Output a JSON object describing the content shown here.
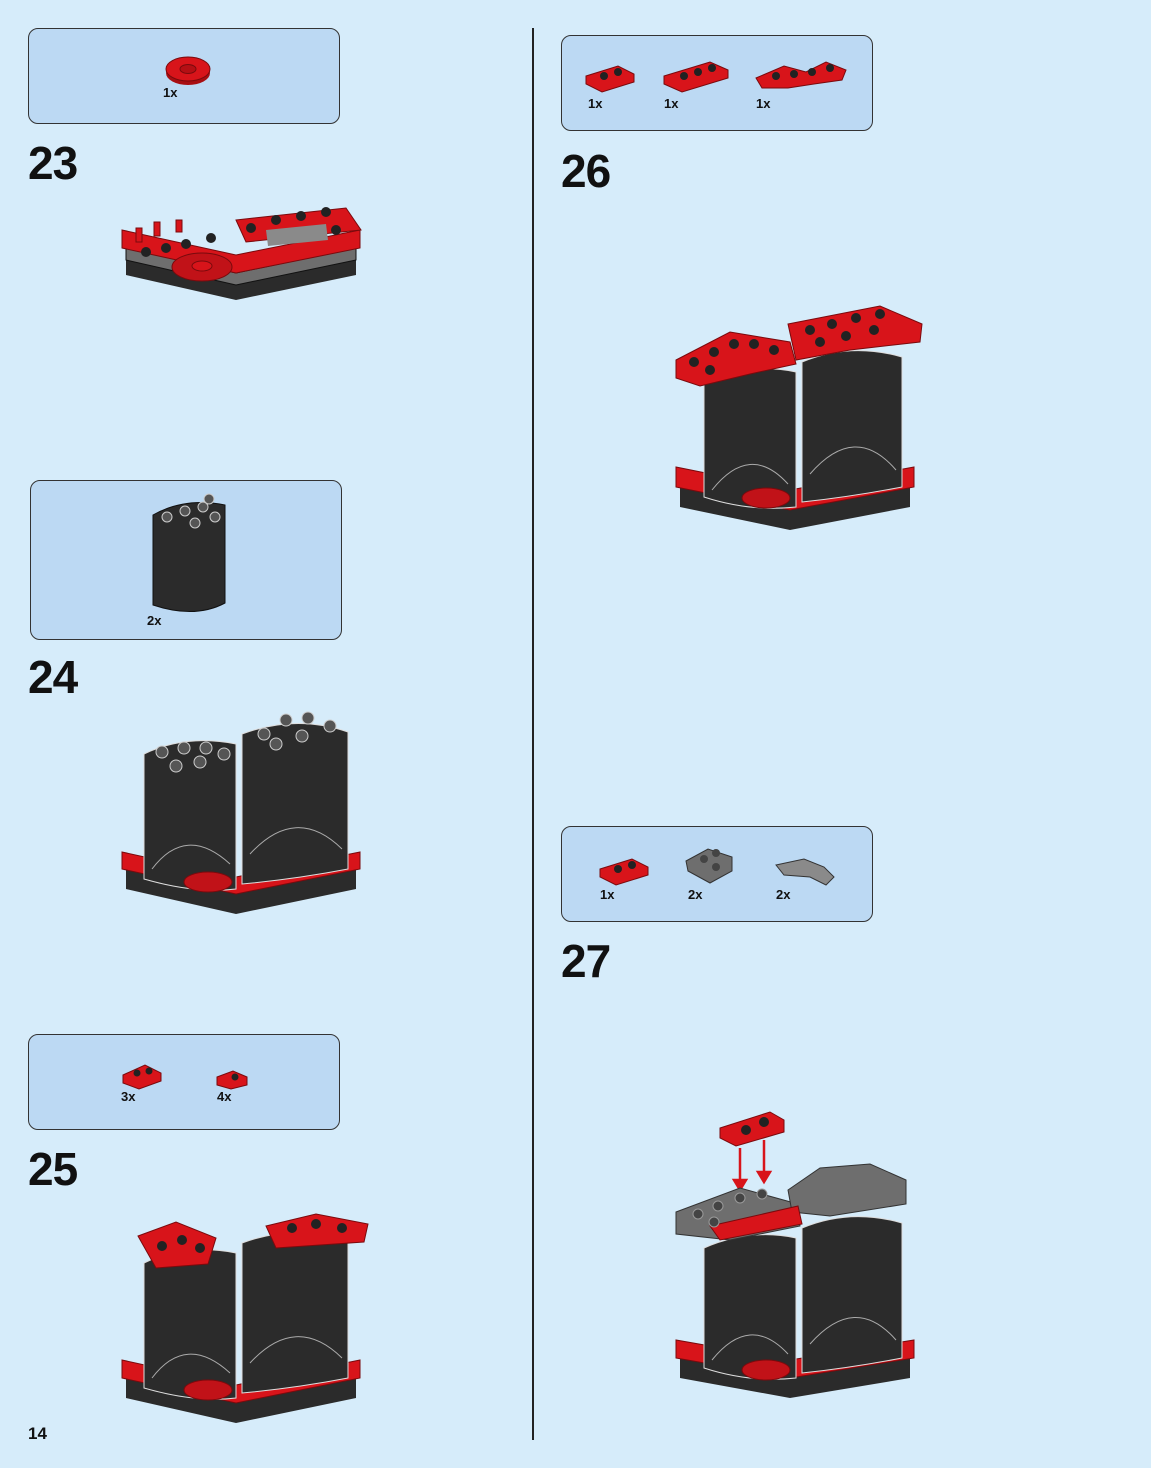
{
  "page": {
    "number": "14"
  },
  "steps": [
    {
      "number": "23",
      "parts": [
        {
          "qty": "1x",
          "part": "red-round-turntable-plate"
        }
      ]
    },
    {
      "number": "24",
      "parts": [
        {
          "qty": "2x",
          "part": "black-quarter-cylinder-panel"
        }
      ]
    },
    {
      "number": "25",
      "parts": [
        {
          "qty": "3x",
          "part": "red-plate-with-clip"
        },
        {
          "qty": "4x",
          "part": "red-small-clip-plate"
        }
      ]
    },
    {
      "number": "26",
      "parts": [
        {
          "qty": "1x",
          "part": "red-plate-1x2"
        },
        {
          "qty": "1x",
          "part": "red-plate-1x3"
        },
        {
          "qty": "1x",
          "part": "red-angled-plate"
        }
      ]
    },
    {
      "number": "27",
      "parts": [
        {
          "qty": "1x",
          "part": "red-plate-1x2"
        },
        {
          "qty": "2x",
          "part": "gray-wedge-plate"
        },
        {
          "qty": "2x",
          "part": "gray-curved-tile"
        }
      ]
    }
  ],
  "colors": {
    "background": "#d6ecfa",
    "callout": "#bcd9f3",
    "brick_red": "#d8141a",
    "brick_black": "#2b2b2b",
    "brick_gray": "#6e6e6e"
  }
}
